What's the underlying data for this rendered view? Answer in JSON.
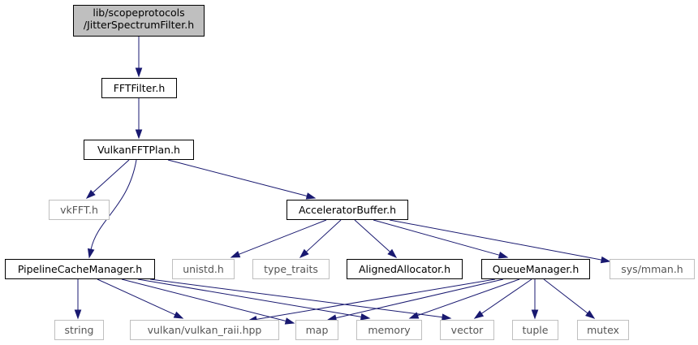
{
  "colors": {
    "edge": "#191970",
    "focus_fill": "#bfbfbf",
    "focus_border": "#000000",
    "normal_border": "#000000",
    "system_border": "#bfbfbf",
    "system_text": "#555555"
  },
  "nodes": [
    {
      "id": "jitter",
      "lines": [
        "lib/scopeprotocols",
        "/JitterSpectrumFilter.h"
      ],
      "style": "focus"
    },
    {
      "id": "fftfilter",
      "lines": [
        "FFTFilter.h"
      ],
      "style": "normal"
    },
    {
      "id": "vulkanfftplan",
      "lines": [
        "VulkanFFTPlan.h"
      ],
      "style": "normal"
    },
    {
      "id": "vkfft",
      "lines": [
        "vkFFT.h"
      ],
      "style": "system"
    },
    {
      "id": "acceleratorbuffer",
      "lines": [
        "AcceleratorBuffer.h"
      ],
      "style": "normal"
    },
    {
      "id": "pipelinecachemanager",
      "lines": [
        "PipelineCacheManager.h"
      ],
      "style": "normal"
    },
    {
      "id": "unistd",
      "lines": [
        "unistd.h"
      ],
      "style": "system"
    },
    {
      "id": "type_traits",
      "lines": [
        "type_traits"
      ],
      "style": "system"
    },
    {
      "id": "alignedallocator",
      "lines": [
        "AlignedAllocator.h"
      ],
      "style": "normal"
    },
    {
      "id": "queuemanager",
      "lines": [
        "QueueManager.h"
      ],
      "style": "normal"
    },
    {
      "id": "sysmman",
      "lines": [
        "sys/mman.h"
      ],
      "style": "system"
    },
    {
      "id": "string",
      "lines": [
        "string"
      ],
      "style": "system"
    },
    {
      "id": "vulkan_raii",
      "lines": [
        "vulkan/vulkan_raii.hpp"
      ],
      "style": "system"
    },
    {
      "id": "map",
      "lines": [
        "map"
      ],
      "style": "system"
    },
    {
      "id": "memory",
      "lines": [
        "memory"
      ],
      "style": "system"
    },
    {
      "id": "vector",
      "lines": [
        "vector"
      ],
      "style": "system"
    },
    {
      "id": "tuple",
      "lines": [
        "tuple"
      ],
      "style": "system"
    },
    {
      "id": "mutex",
      "lines": [
        "mutex"
      ],
      "style": "system"
    }
  ],
  "edges": [
    {
      "from": "jitter",
      "to": "fftfilter"
    },
    {
      "from": "fftfilter",
      "to": "vulkanfftplan"
    },
    {
      "from": "vulkanfftplan",
      "to": "vkfft"
    },
    {
      "from": "vulkanfftplan",
      "to": "acceleratorbuffer"
    },
    {
      "from": "vulkanfftplan",
      "to": "pipelinecachemanager"
    },
    {
      "from": "acceleratorbuffer",
      "to": "unistd"
    },
    {
      "from": "acceleratorbuffer",
      "to": "type_traits"
    },
    {
      "from": "acceleratorbuffer",
      "to": "alignedallocator"
    },
    {
      "from": "acceleratorbuffer",
      "to": "queuemanager"
    },
    {
      "from": "acceleratorbuffer",
      "to": "sysmman"
    },
    {
      "from": "pipelinecachemanager",
      "to": "string"
    },
    {
      "from": "pipelinecachemanager",
      "to": "vulkan_raii"
    },
    {
      "from": "pipelinecachemanager",
      "to": "map"
    },
    {
      "from": "pipelinecachemanager",
      "to": "memory"
    },
    {
      "from": "pipelinecachemanager",
      "to": "vector"
    },
    {
      "from": "queuemanager",
      "to": "vulkan_raii"
    },
    {
      "from": "queuemanager",
      "to": "map"
    },
    {
      "from": "queuemanager",
      "to": "memory"
    },
    {
      "from": "queuemanager",
      "to": "vector"
    },
    {
      "from": "queuemanager",
      "to": "tuple"
    },
    {
      "from": "queuemanager",
      "to": "mutex"
    }
  ]
}
